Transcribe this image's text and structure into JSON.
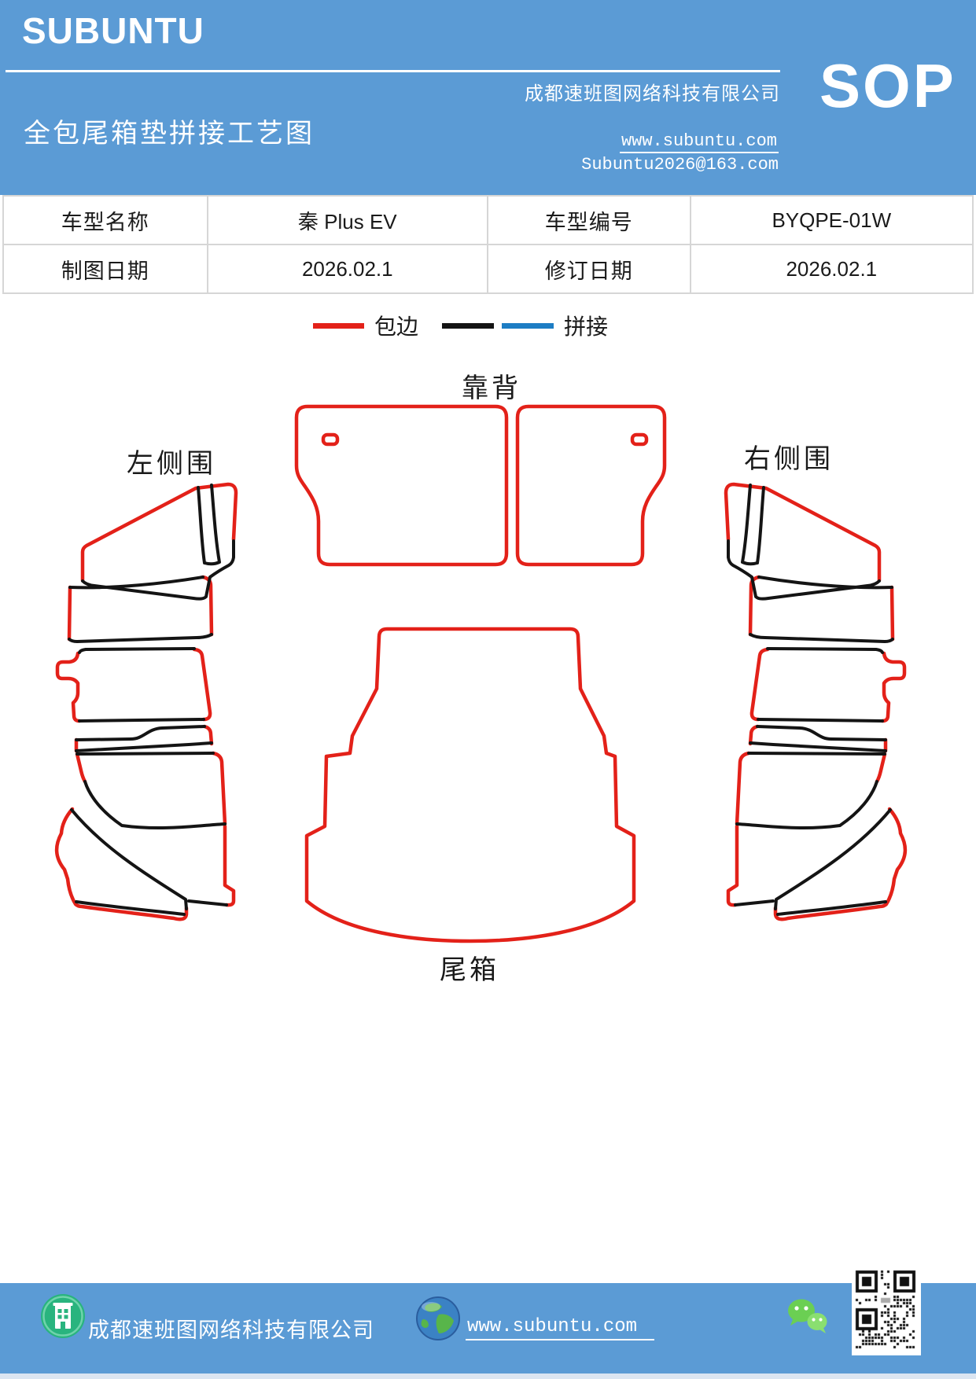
{
  "header": {
    "logo": "SUBUNTU",
    "title": "全包尾箱垫拼接工艺图",
    "company": "成都速班图网络科技有限公司",
    "website": "www.subuntu.com",
    "email": "Subuntu2026@163.com",
    "badge": "SOP"
  },
  "info_table": {
    "model_name_label": "车型名称",
    "model_name_value": "秦 Plus EV",
    "model_code_label": "车型编号",
    "model_code_value": "BYQPE-01W",
    "draw_date_label": "制图日期",
    "draw_date_value": "2026.02.1",
    "revise_date_label": "修订日期",
    "revise_date_value": "2026.02.1"
  },
  "legend": {
    "edge_label": "包边",
    "splice_label": "拼接",
    "edge_color": "#e32119",
    "splice_black": "#141414",
    "splice_blue": "#1d7dc4"
  },
  "diagram": {
    "backrest_label": "靠背",
    "left_panel_label": "左侧围",
    "right_panel_label": "右侧围",
    "trunk_label": "尾箱"
  },
  "footer": {
    "company": "成都速班图网络科技有限公司",
    "website": "www.subuntu.com",
    "icons": {
      "building": "building-icon",
      "globe": "globe-icon",
      "wechat": "wechat-icon",
      "qr": "qr-code"
    }
  },
  "colors": {
    "header_blue": "#5b9bd5",
    "edge_red": "#e32119",
    "splice_black": "#141414",
    "splice_blue": "#1d7dc4"
  }
}
